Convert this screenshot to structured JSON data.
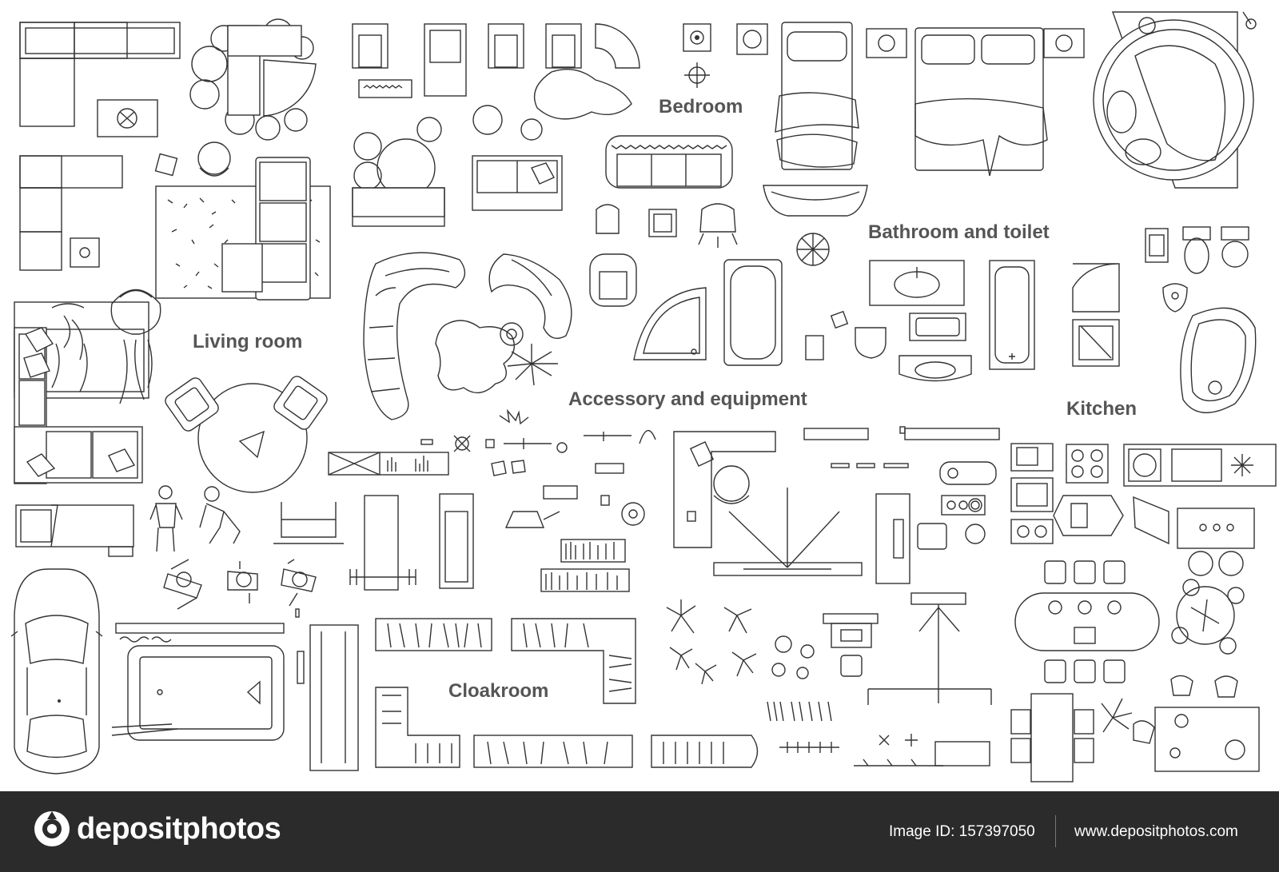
{
  "labels": {
    "living_room": "Living room",
    "bedroom": "Bedroom",
    "bathroom": "Bathroom and toilet",
    "accessory": "Accessory and equipment",
    "kitchen": "Kitchen",
    "cloakroom": "Cloakroom"
  },
  "footer": {
    "brand": "depositphotos",
    "image_id": "Image ID: 157397050",
    "site": "www.depositphotos.com"
  },
  "colors": {
    "line": "#333333",
    "label": "#555555",
    "footer_bg": "#2b2b2b",
    "footer_text": "#ffffff"
  },
  "icons": {
    "logo": "camera-aperture-icon"
  }
}
